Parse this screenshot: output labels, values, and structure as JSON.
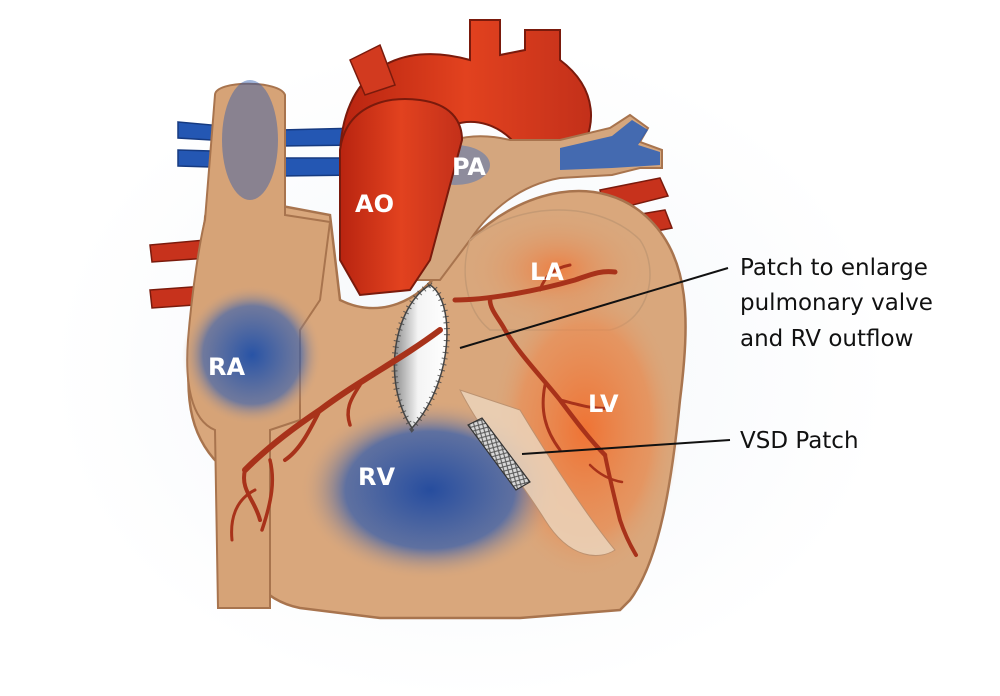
{
  "labels": {
    "ao": "AO",
    "pa": "PA",
    "la": "LA",
    "ra": "RA",
    "rv": "RV",
    "lv": "LV"
  },
  "callouts": {
    "patch_line1": "Patch to enlarge",
    "patch_line2": "pulmonary valve",
    "patch_line3": "and RV outflow",
    "vsd": "VSD Patch"
  },
  "colors": {
    "tissue": "#d9a77c",
    "tissue_edge": "#b07b55",
    "oxygenated": "#d9311c",
    "deoxygenated": "#1f4fa8",
    "artery": "#b8351c",
    "patch": "#e8e8e8",
    "background_glow": "#eef3f8"
  }
}
